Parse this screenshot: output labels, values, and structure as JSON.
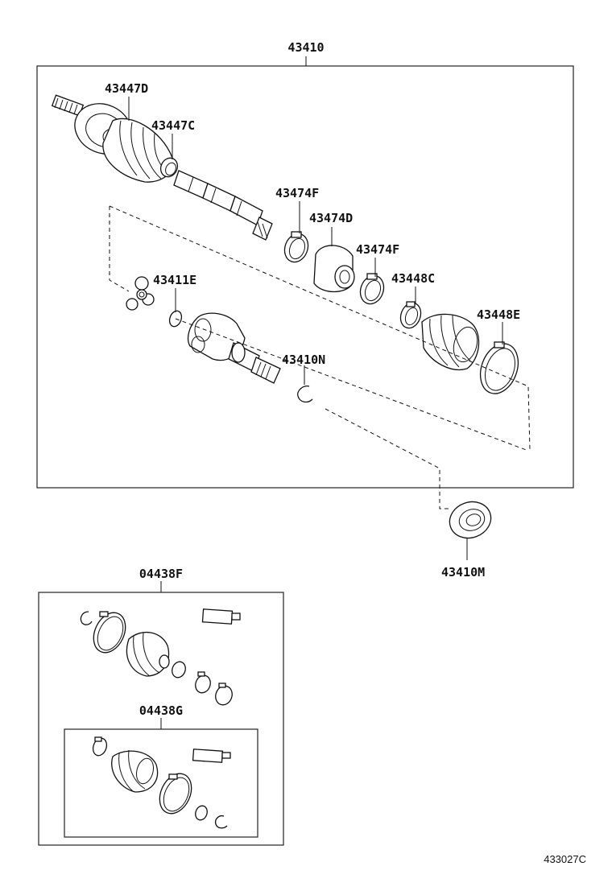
{
  "diagram": {
    "assembly_label": "43410",
    "part_labels": {
      "p43447D": "43447D",
      "p43447C": "43447C",
      "p43474F_a": "43474F",
      "p43474D": "43474D",
      "p43474F_b": "43474F",
      "p43448C": "43448C",
      "p43448E": "43448E",
      "p43411E": "43411E",
      "p43410N": "43410N",
      "p43410M": "43410M"
    },
    "kit_outer_label": "04438F",
    "kit_inner_label": "04438G",
    "diagram_code": "433027C"
  }
}
